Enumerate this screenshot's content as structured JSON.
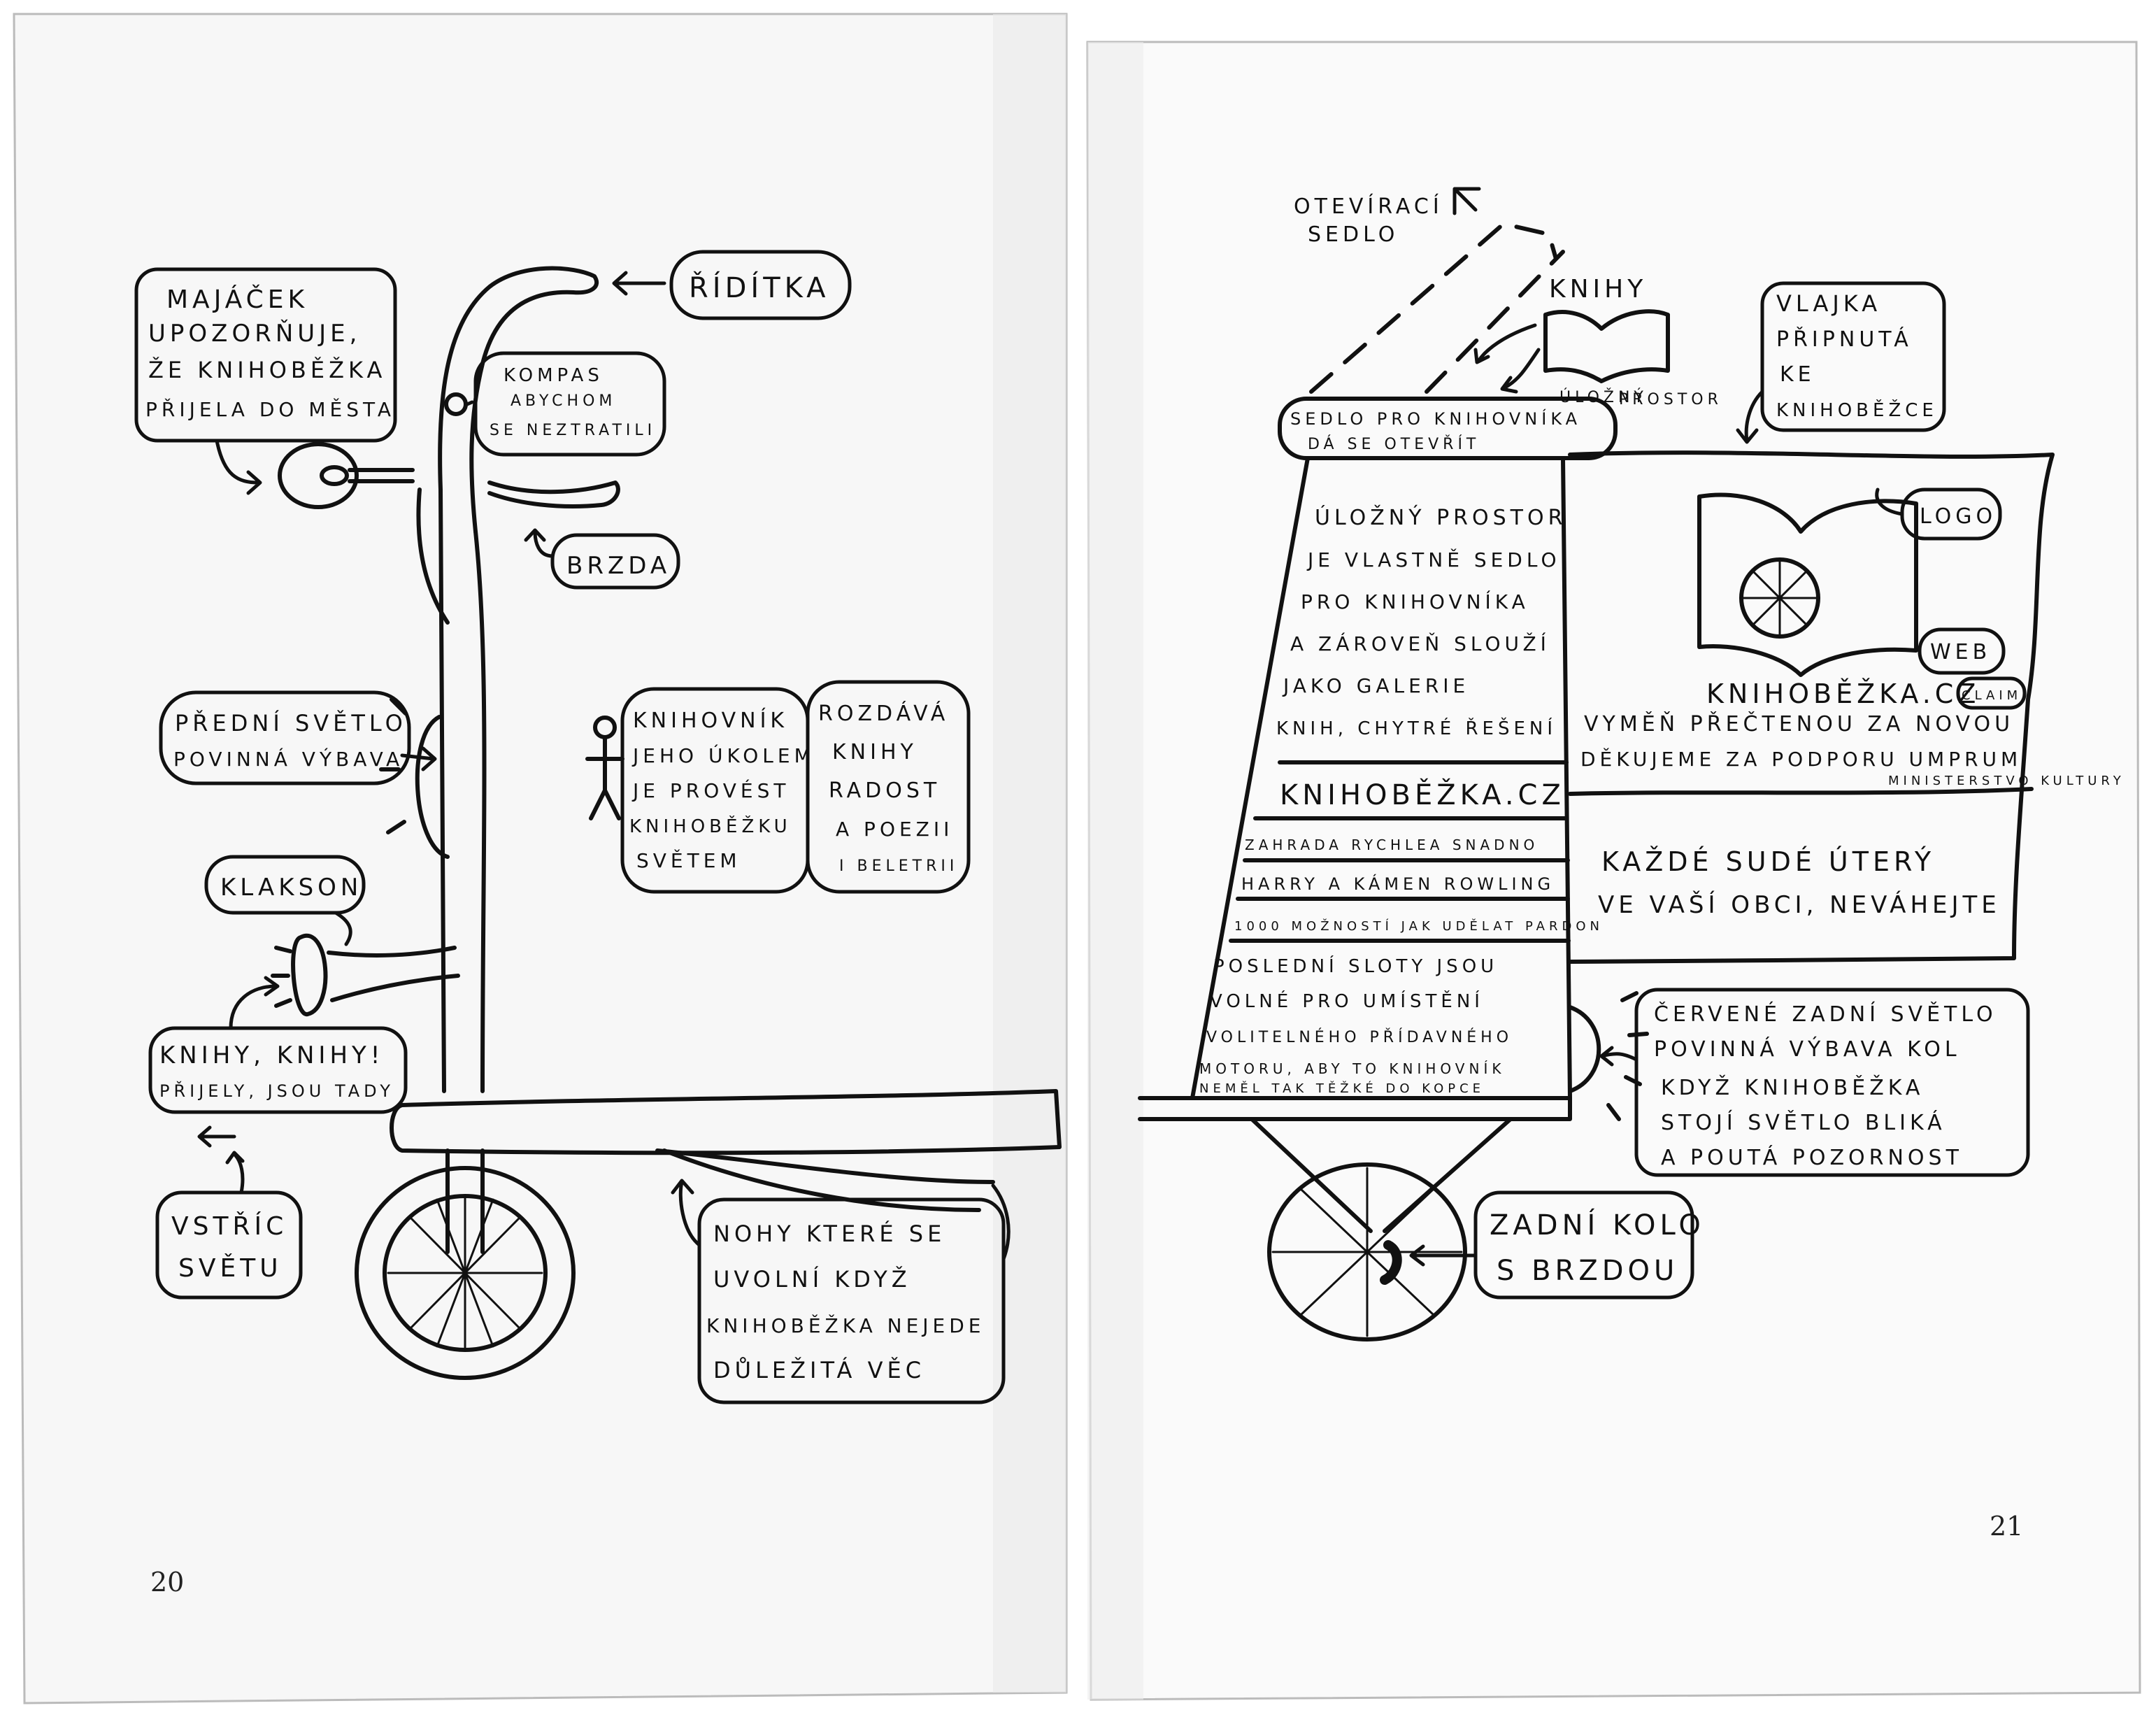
{
  "left_page": {
    "page_number": "20",
    "labels": {
      "majacek": [
        "MAJÁČEK",
        "UPOZORŇUJE,",
        "ŽE KNIHOBĚŽKA",
        "PŘIJELA DO MĚSTA"
      ],
      "riditka": "ŘÍDÍTKA",
      "kompas": [
        "KOMPAS",
        "ABYCHOM",
        "SE NEZTRATILI"
      ],
      "brzda": "BRZDA",
      "predni_svetlo": [
        "PŘEDNÍ SVĚTLO",
        "POVINNÁ VÝBAVA"
      ],
      "knihovnik": [
        "KNIHOVNÍK",
        "JEHO ÚKOLEM",
        "JE PROVÉST",
        "KNIHOBĚŽKU",
        "SVĚTEM"
      ],
      "rozdava": [
        "ROZDÁVÁ",
        "KNIHY",
        "RADOST",
        "A POEZII",
        "I BELETRII"
      ],
      "klakson": "KLAKSON",
      "knihy_prijely": [
        "KNIHY, KNIHY!",
        "PŘIJELY, JSOU TADY"
      ],
      "vstric": [
        "VSTŘÍC",
        "SVĚTU"
      ],
      "nohy": [
        "NOHY KTERÉ SE",
        "UVOLNÍ KDYŽ",
        "KNIHOBĚŽKA NEJEDE",
        "DŮLEŽITÁ VĚC"
      ]
    }
  },
  "right_page": {
    "page_number": "21",
    "labels": {
      "oteviraci": [
        "OTEVÍRACÍ",
        "SEDLO"
      ],
      "knihy": "KNIHY",
      "ulozny": [
        "ÚLOŽNÝ",
        "PROSTOR"
      ],
      "vlajka": [
        "VLAJKA",
        "PŘIPNUTÁ",
        "KE",
        "KNIHOBĚŽCE"
      ],
      "sedlo": [
        "SEDLO PRO KNIHOVNÍKA",
        "DÁ SE OTEVŘÍT"
      ],
      "logo": "LOGO",
      "web": "WEB",
      "claim": "CLAIM",
      "ulozny_popis": [
        "ÚLOŽNÝ PROSTOR",
        "JE VLASTNĚ SEDLO",
        "PRO KNIHOVNÍKA",
        "A ZÁROVEŇ SLOUŽÍ",
        "JAKO GALERIE",
        "KNIH, CHYTRÉ ŘEŠENÍ"
      ],
      "knihobezka_cz": "KNIHOBĚŽKA.CZ",
      "sloty": [
        "ZAHRADA RYCHLEA SNADNO",
        "HARRY A KÁMEN ROWLING",
        "1000 MOŽNOSTÍ JAK UDĚLAT PARDON"
      ],
      "posledni": [
        "POSLEDNÍ SLOTY JSOU",
        "VOLNÉ PRO UMÍSTĚNÍ",
        "VOLITELNÉHO PŘÍDAVNÉHO",
        "MOTORU, ABY TO KNIHOVNÍK",
        "NEMĚL TAK TĚŽKÉ DO KOPCE"
      ],
      "banner_web": "KNIHOBĚŽKA.CZ",
      "banner_claim": "VYMĚŇ PŘEČTENOU ZA NOVOU",
      "banner_thanks": "DĚKUJEME ZA PODPORU UMPRUM",
      "banner_ministry": "MINISTERSTVO KULTURY",
      "banner_schedule": [
        "KAŽDÉ SUDÉ ÚTERÝ",
        "VE VAŠÍ OBCI, NEVÁHEJTE"
      ],
      "cervene": [
        "ČERVENÉ ZADNÍ SVĚTLO",
        "POVINNÁ VÝBAVA KOL",
        "KDYŽ KNIHOBĚŽKA",
        "STOJÍ SVĚTLO BLIKÁ",
        "A POUTÁ POZORNOST"
      ],
      "zadni_kolo": [
        "ZADNÍ KOLO",
        "S BRZDOU"
      ]
    }
  }
}
